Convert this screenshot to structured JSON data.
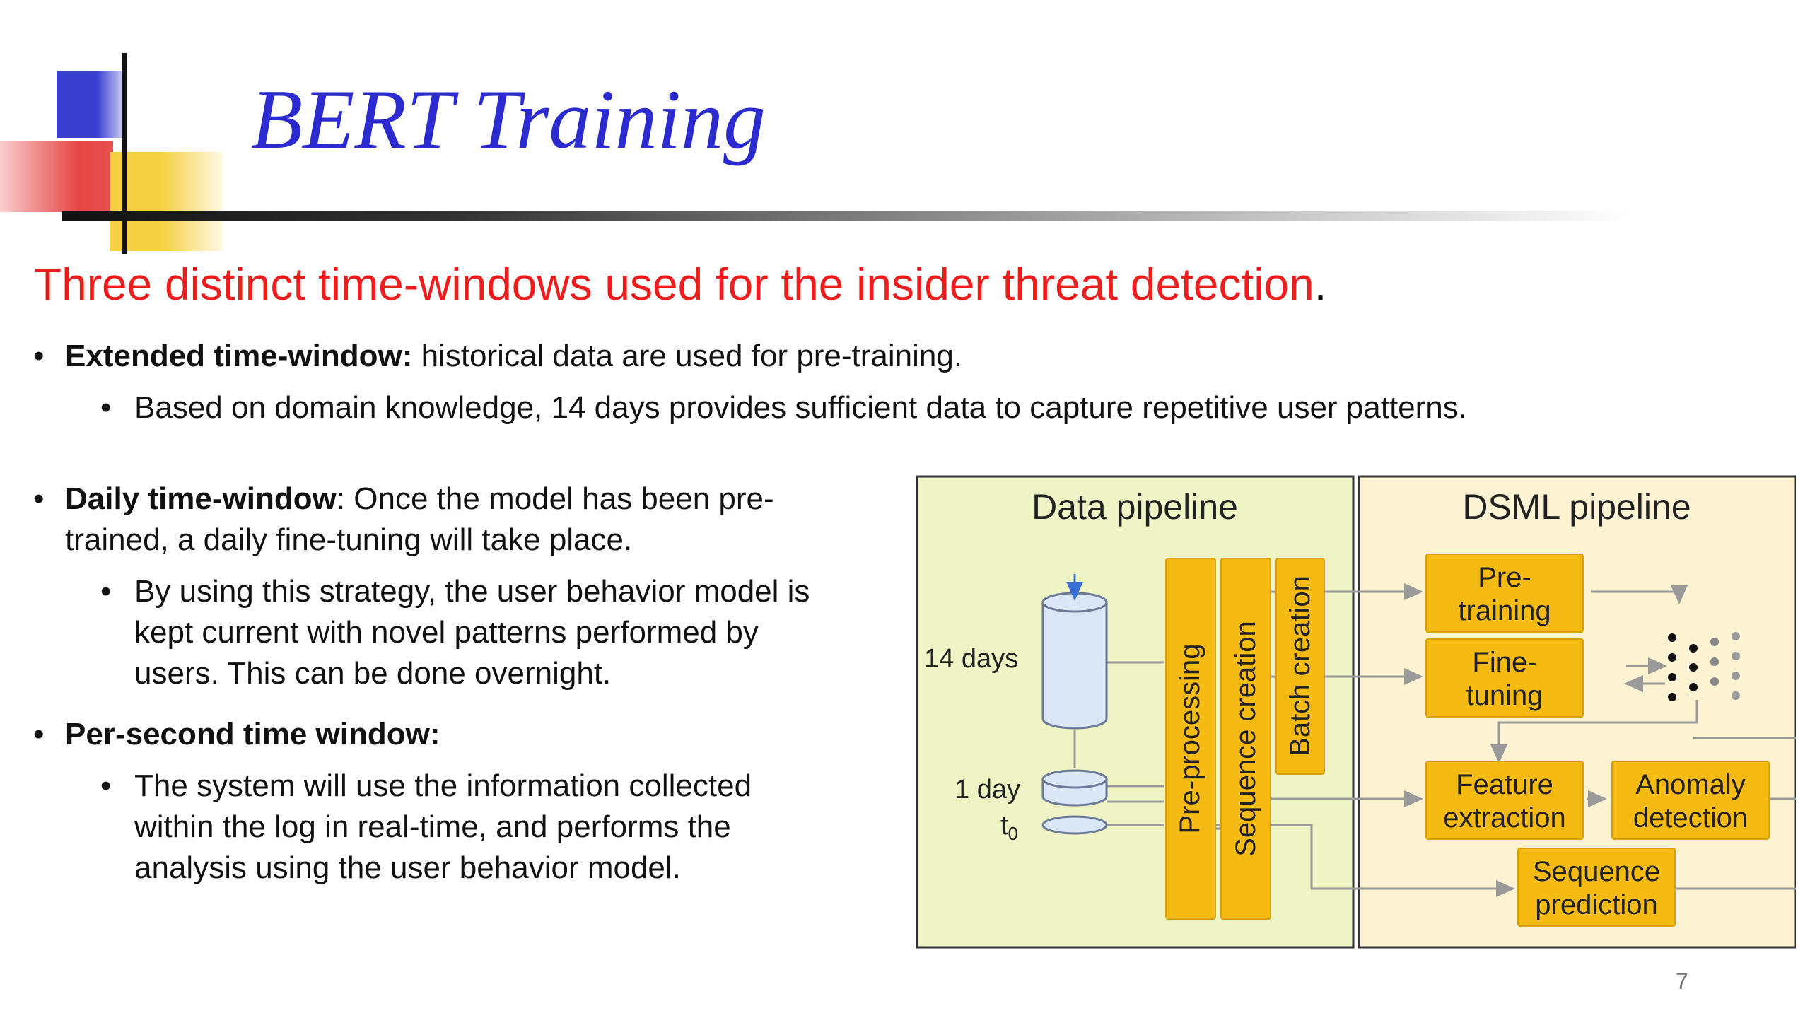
{
  "title": "BERT Training",
  "subtitle": {
    "text": "Three distinct time-windows used for the insider threat detection",
    "period": "."
  },
  "bullets": {
    "extended": {
      "label": "Extended time-window:",
      "text": " historical data are used for pre-training."
    },
    "extended_sub": "Based on domain knowledge, 14 days provides sufficient data to capture repetitive user patterns.",
    "daily": {
      "label": "Daily time-window",
      "line1": ": Once the model has been pre-",
      "line2": "trained, a daily fine-tuning will take place."
    },
    "daily_sub": {
      "line1": "By using this strategy, the user behavior model is",
      "line2": "kept current with novel patterns performed by",
      "line3": "users. This can be done overnight."
    },
    "persecond": {
      "label": "Per-second time window:"
    },
    "persecond_sub": {
      "line1": "The system will use the information collected",
      "line2": "within the log in real-time, and performs the",
      "line3": "analysis using the user behavior model."
    }
  },
  "diagram": {
    "data_pipeline_title": "Data pipeline",
    "dsml_pipeline_title": "DSML pipeline",
    "days14": "14 days",
    "day1": "1 day",
    "t0": "t",
    "t0_sub": "0",
    "preprocessing": "Pre-processing",
    "sequence_creation": "Sequence creation",
    "batch_creation": "Batch creation",
    "pretraining_1": "Pre-",
    "pretraining_2": "training",
    "finetuning_1": "Fine-",
    "finetuning_2": "tuning",
    "feature_1": "Feature",
    "feature_2": "extraction",
    "anomaly_1": "Anomaly",
    "anomaly_2": "detection",
    "seqpred_1": "Sequence",
    "seqpred_2": "prediction"
  },
  "page_number": "7",
  "colors": {
    "title": "#2b2bd0",
    "subtitle": "#ee1c1c",
    "data_bg": "#eef4c4",
    "dsml_bg": "#fdf3d2",
    "box": "#f6bb12"
  }
}
